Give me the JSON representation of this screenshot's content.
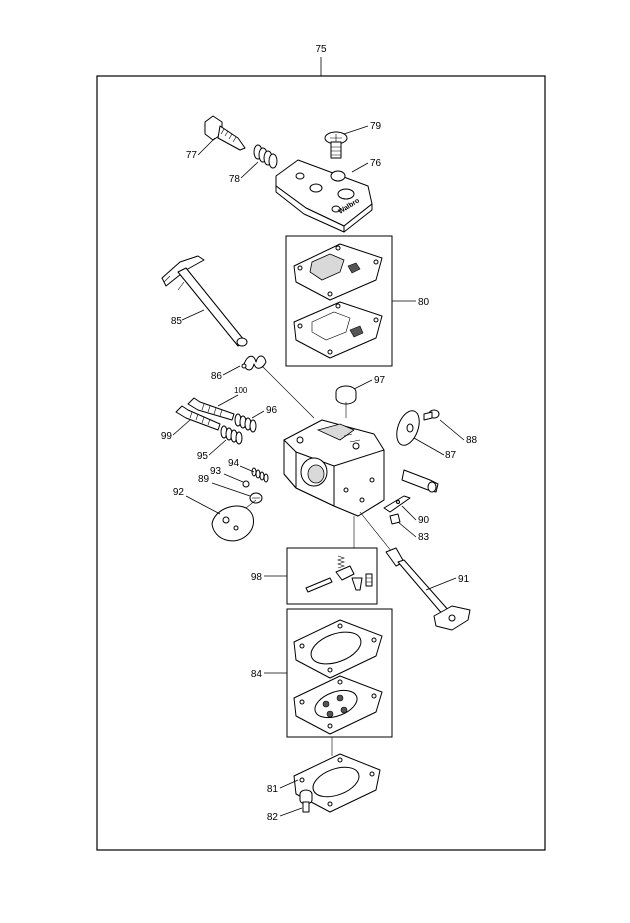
{
  "assembly_label": "75",
  "callouts": {
    "c77": "77",
    "c78": "78",
    "c79": "79",
    "c76": "76",
    "c80": "80",
    "c85": "85",
    "c86": "86",
    "c97": "97",
    "c100": "100",
    "c96": "96",
    "c99": "99",
    "c95": "95",
    "c94": "94",
    "c93": "93",
    "c89": "89",
    "c92": "92",
    "c88": "88",
    "c87": "87",
    "c90": "90",
    "c83": "83",
    "c98": "98",
    "c91": "91",
    "c84": "84",
    "c81": "81",
    "c82": "82"
  },
  "brand_mark": "Walbro"
}
